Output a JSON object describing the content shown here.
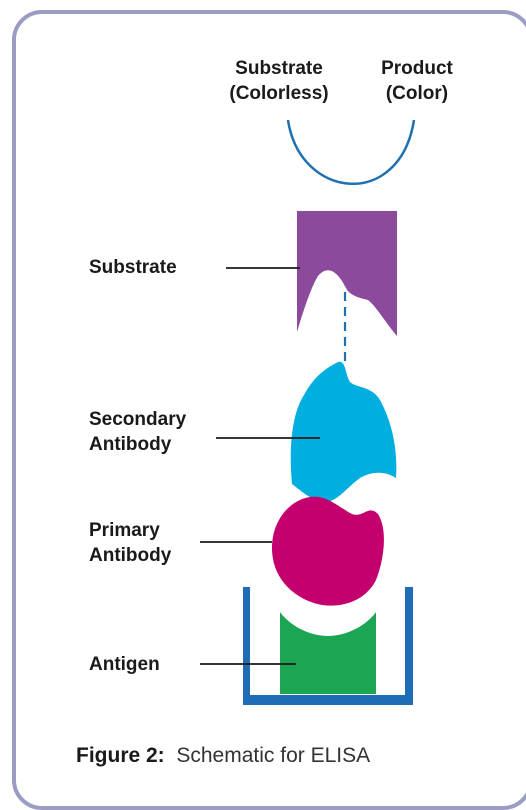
{
  "labels": {
    "substrate_top_line1": "Substrate",
    "substrate_top_line2": "(Colorless)",
    "product_line1": "Product",
    "product_line2": "(Color)",
    "substrate": "Substrate",
    "secondary_line1": "Secondary",
    "secondary_line2": "Antibody",
    "primary_line1": "Primary",
    "primary_line2": "Antibody",
    "antigen": "Antigen"
  },
  "caption": {
    "label": "Figure 2:",
    "text": "Schematic for ELISA"
  },
  "colors": {
    "frame": "#9a9cc4",
    "reaction_arc": "#1f6fb3",
    "substrate": "#8b4a9c",
    "secondary_antibody": "#00aee0",
    "primary_antibody": "#c4006e",
    "antigen": "#1ca552",
    "well": "#1e6cb6"
  }
}
